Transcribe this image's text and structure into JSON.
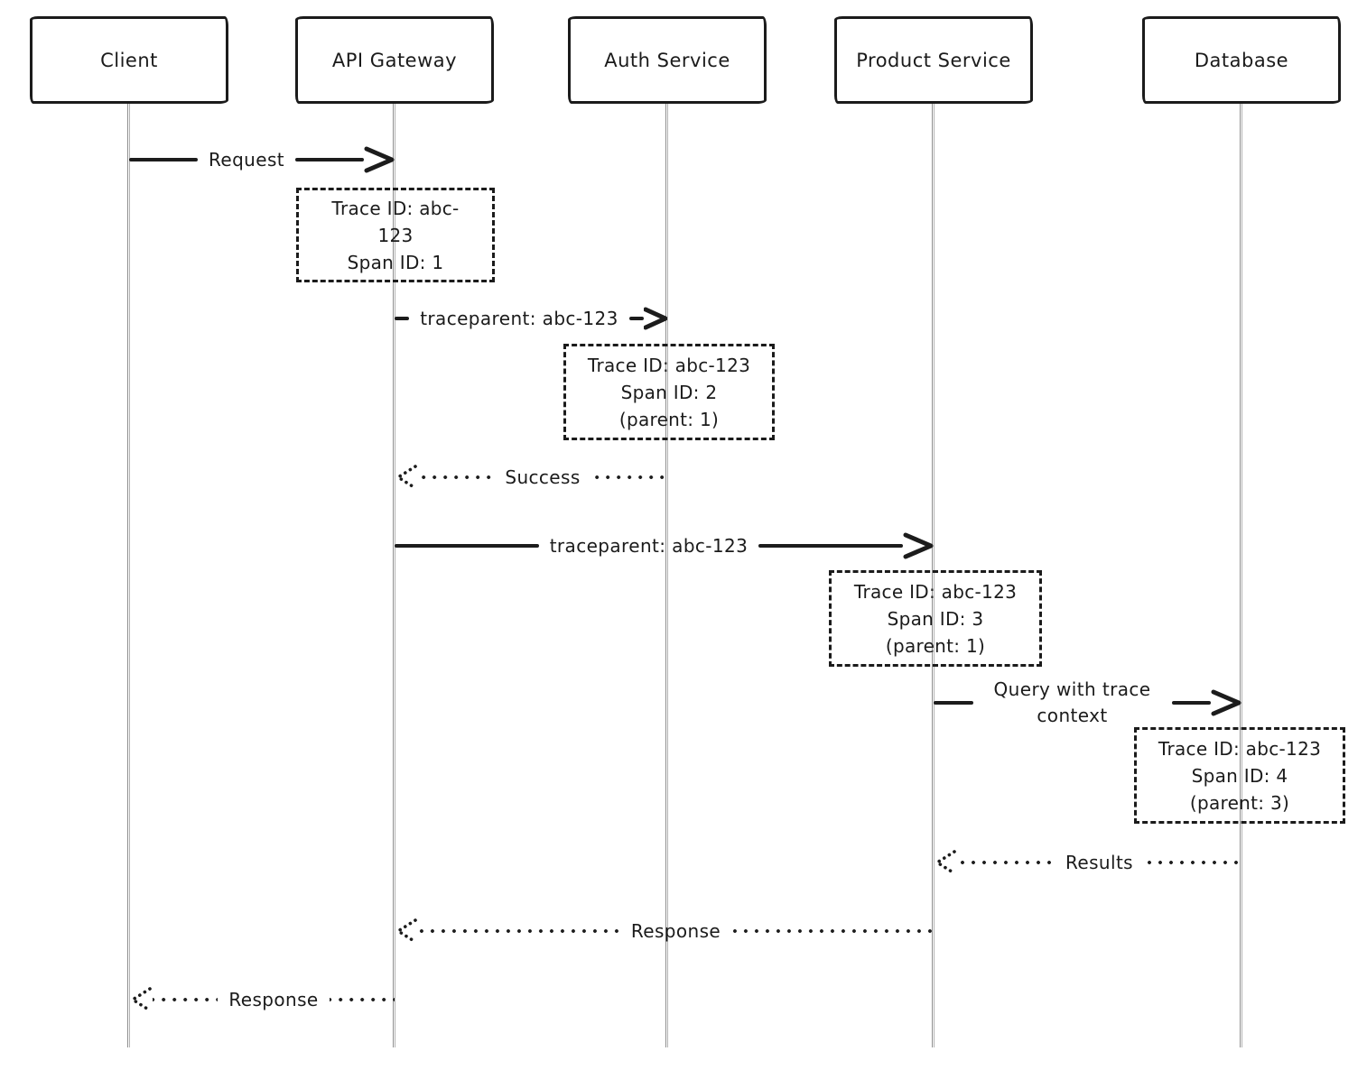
{
  "diagram": {
    "type": "sequence-diagram",
    "background_color": "#ffffff",
    "stroke_color": "#1b1b1b",
    "lifeline_color": "#9a9a9a",
    "icons": {
      "solid_arrowhead": "arrow-right-icon (hand-drawn chevron)",
      "dotted_arrowhead": "arrow-left-icon (dotted chevron)"
    },
    "actors": [
      {
        "id": "client",
        "label": "Client"
      },
      {
        "id": "api-gateway",
        "label": "API Gateway"
      },
      {
        "id": "auth-service",
        "label": "Auth Service"
      },
      {
        "id": "product-service",
        "label": "Product Service"
      },
      {
        "id": "database",
        "label": "Database"
      }
    ],
    "messages": [
      {
        "label": "Request",
        "from": "client",
        "to": "api-gateway",
        "line": "solid",
        "direction": "right"
      },
      {
        "label": "traceparent: abc-123",
        "from": "api-gateway",
        "to": "auth-service",
        "line": "solid",
        "direction": "right"
      },
      {
        "label": "Success",
        "from": "auth-service",
        "to": "api-gateway",
        "line": "dotted",
        "direction": "left"
      },
      {
        "label": "traceparent: abc-123",
        "from": "api-gateway",
        "to": "product-service",
        "line": "solid",
        "direction": "right"
      },
      {
        "label": "Query with trace context",
        "from": "product-service",
        "to": "database",
        "line": "solid",
        "direction": "right"
      },
      {
        "label": "Results",
        "from": "database",
        "to": "product-service",
        "line": "dotted",
        "direction": "left"
      },
      {
        "label": "Response",
        "from": "product-service",
        "to": "api-gateway",
        "line": "dotted",
        "direction": "left"
      },
      {
        "label": "Response",
        "from": "api-gateway",
        "to": "client",
        "line": "dotted",
        "direction": "left"
      }
    ],
    "notes": [
      {
        "anchor": "api-gateway",
        "lines": [
          "Trace ID: abc-",
          "123",
          "Span ID: 1"
        ]
      },
      {
        "anchor": "auth-service",
        "lines": [
          "Trace ID: abc-123",
          "Span ID: 2",
          "(parent: 1)"
        ]
      },
      {
        "anchor": "product-service",
        "lines": [
          "Trace ID: abc-123",
          "Span ID: 3",
          "(parent: 1)"
        ]
      },
      {
        "anchor": "database",
        "lines": [
          "Trace ID: abc-123",
          "Span ID: 4",
          "(parent: 3)"
        ]
      }
    ]
  }
}
